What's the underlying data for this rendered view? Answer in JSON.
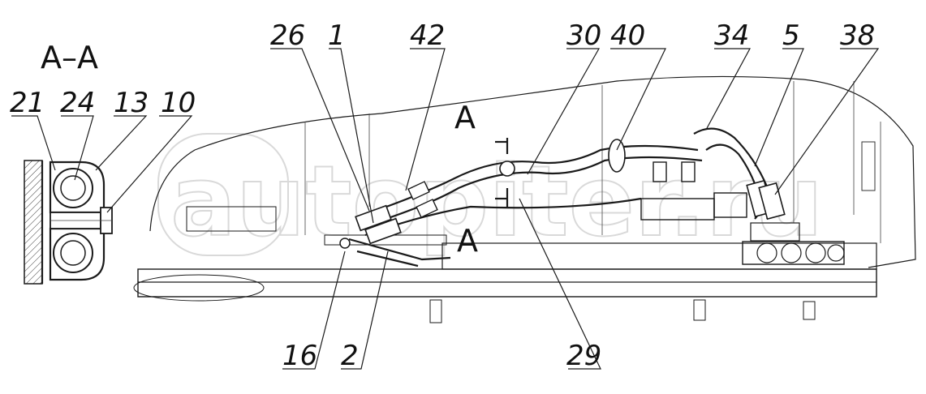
{
  "section_title": "A–A",
  "section_marks": [
    "A",
    "A"
  ],
  "watermark": "autopiter.ru",
  "callouts_section": [
    "21",
    "24",
    "13",
    "10"
  ],
  "callouts_top": [
    "26",
    "1",
    "42",
    "30",
    "40",
    "34",
    "5",
    "38"
  ],
  "callouts_bottom": [
    "16",
    "2",
    "29"
  ]
}
